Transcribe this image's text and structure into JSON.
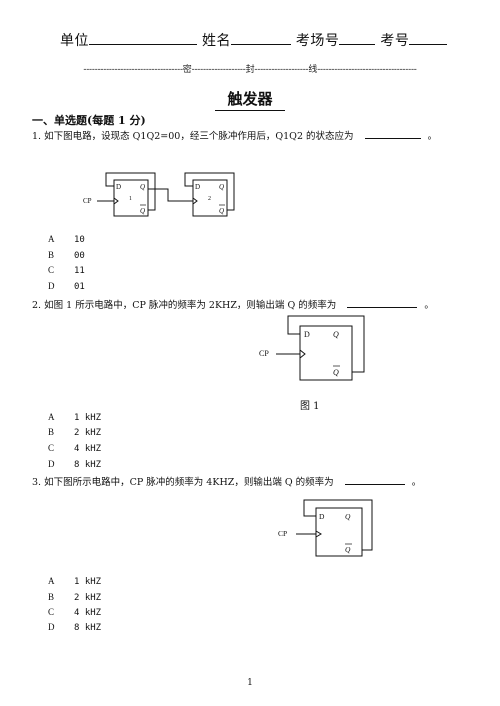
{
  "header": {
    "unit_label": "单位",
    "name_label": "姓名",
    "room_label": "考场号",
    "exam_no_label": "考号"
  },
  "seal_line": {
    "seal": "密",
    "bind": "封",
    "line": "线"
  },
  "title": "触发器",
  "section": "一、单选题(每题 1 分)",
  "questions": [
    {
      "number": "1.",
      "text": "如下图电路，设现态 Q1Q2=00，经三个脉冲作用后，Q1Q2 的状态应为",
      "end": "。",
      "circuit": {
        "cp": "CP",
        "d": "D",
        "q": "Q",
        "qbar": "Q",
        "ff1": "1",
        "ff2": "2"
      },
      "options": [
        {
          "letter": "A",
          "value": "10"
        },
        {
          "letter": "B",
          "value": "00"
        },
        {
          "letter": "C",
          "value": "11"
        },
        {
          "letter": "D",
          "value": "01"
        }
      ]
    },
    {
      "number": "2.",
      "text": "如图 1 所示电路中，CP 脉冲的频率为 2KHZ，则输出端 Q 的频率为",
      "end": "。",
      "circuit": {
        "cp": "CP",
        "d": "D",
        "q": "Q",
        "qbar": "Q"
      },
      "figure_caption": "图 1",
      "options": [
        {
          "letter": "A",
          "value": "1 kHZ"
        },
        {
          "letter": "B",
          "value": "2 kHZ"
        },
        {
          "letter": "C",
          "value": "4 kHZ"
        },
        {
          "letter": "D",
          "value": "8 kHZ"
        }
      ]
    },
    {
      "number": "3.",
      "text": "如下图所示电路中，CP 脉冲的频率为 4KHZ，则输出端 Q 的频率为",
      "end": "。",
      "circuit": {
        "cp": "CP",
        "d": "D",
        "q": "Q",
        "qbar": "Q"
      },
      "options": [
        {
          "letter": "A",
          "value": "1 kHZ"
        },
        {
          "letter": "B",
          "value": "2 kHZ"
        },
        {
          "letter": "C",
          "value": "4 kHZ"
        },
        {
          "letter": "D",
          "value": "8 kHZ"
        }
      ]
    }
  ],
  "page_number": "1"
}
